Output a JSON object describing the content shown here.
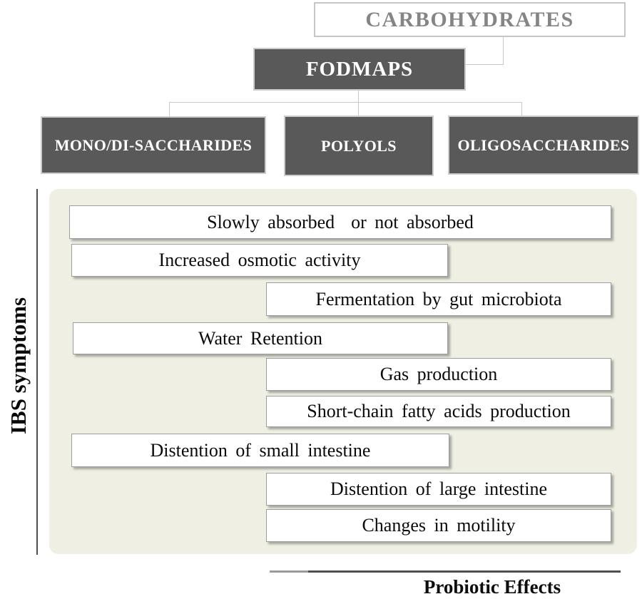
{
  "figure": {
    "hierarchy": {
      "root": "CARBOHYDRATES",
      "parent": "FODMAPS",
      "children": [
        "MONO/DI-SACCHARIDES",
        "POLYOLS",
        "OLIGOSACCHARIDES"
      ]
    },
    "axis_label": "IBS symptoms",
    "effects": [
      "Slowly absorbed  or not absorbed",
      "Increased osmotic activity",
      "Fermentation by gut microbiota",
      "Water Retention",
      "Gas production",
      "Short-chain fatty acids production",
      "Distention of small intestine",
      "Distention of large intestine",
      "Changes in motility"
    ],
    "footer_label": "Probiotic Effects",
    "colors": {
      "dark_box": "#595959",
      "panel_bg": "#eff0e3",
      "connector": "#c9c9c9",
      "root_text": "#858585",
      "axis_line": "#4e4e4e"
    }
  }
}
